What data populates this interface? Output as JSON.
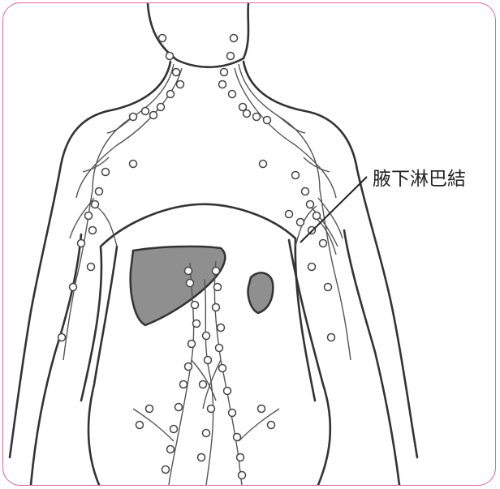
{
  "label": "腋下淋巴結",
  "colors": {
    "frame": "#e0669a",
    "outline": "#333333",
    "vessel": "#555555",
    "organ_fill": "#8f8f8f",
    "node_fill": "#ffffff"
  },
  "icons": [
    "human-body-outline",
    "lymph-node",
    "liver",
    "spleen"
  ]
}
